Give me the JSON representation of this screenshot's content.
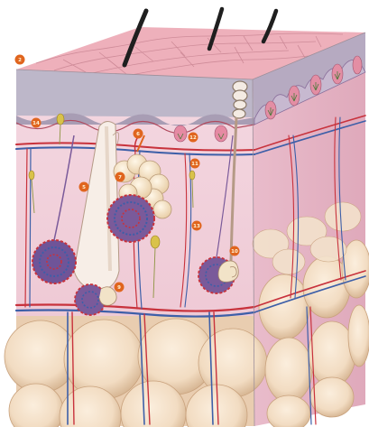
{
  "figure": {
    "subject": "skin-cross-section",
    "markers": [
      {
        "id": "m2",
        "label": "2"
      },
      {
        "id": "m14",
        "label": "14"
      },
      {
        "id": "m6",
        "label": "6"
      },
      {
        "id": "m12",
        "label": "12"
      },
      {
        "id": "m11",
        "label": "11"
      },
      {
        "id": "m5",
        "label": "5"
      },
      {
        "id": "m7",
        "label": "7"
      },
      {
        "id": "m13",
        "label": "13"
      },
      {
        "id": "m10",
        "label": "10"
      },
      {
        "id": "m9",
        "label": "9"
      }
    ],
    "palette": {
      "epidermis_top": "#eeb0bb",
      "epidermis_grid": "#c98593",
      "horny_layer": "#bdb7c9",
      "dermis": "#f1cfd9",
      "dermis_side": "#e7b7c7",
      "fat_lobule": "#f2dcc2",
      "fat_shadow": "#d8b896",
      "artery": "#c8323c",
      "vein": "#3d5fa8",
      "hair": "#1f1f1f",
      "marker": "#e0651e",
      "nerve": "#d9c24a"
    }
  }
}
